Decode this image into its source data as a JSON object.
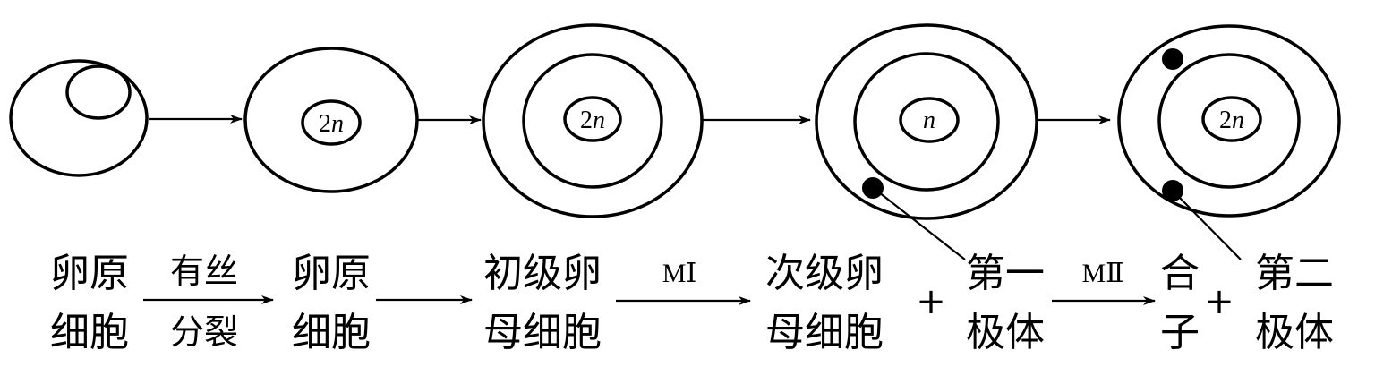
{
  "cells": [
    {
      "nucleus_label": ""
    },
    {
      "nucleus_label": "2n"
    },
    {
      "nucleus_label": "2n"
    },
    {
      "nucleus_label": "n"
    },
    {
      "nucleus_label": "2n"
    }
  ],
  "labels": {
    "oogonium_1": [
      "卵原",
      "细胞"
    ],
    "oogonium_2": [
      "卵原",
      "细胞"
    ],
    "primary_oocyte": [
      "初级卵",
      "母细胞"
    ],
    "secondary_oocyte": [
      "次级卵",
      "母细胞"
    ],
    "first_polar_body": [
      "第一",
      "极体"
    ],
    "zygote": [
      "合",
      "子"
    ],
    "second_polar_body": [
      "第二",
      "极体"
    ]
  },
  "arrows": {
    "mitosis_top": "有丝",
    "mitosis_bottom": "分裂",
    "meiosis_1": "MⅠ",
    "meiosis_2": "MⅡ"
  },
  "plus_sign": "+"
}
